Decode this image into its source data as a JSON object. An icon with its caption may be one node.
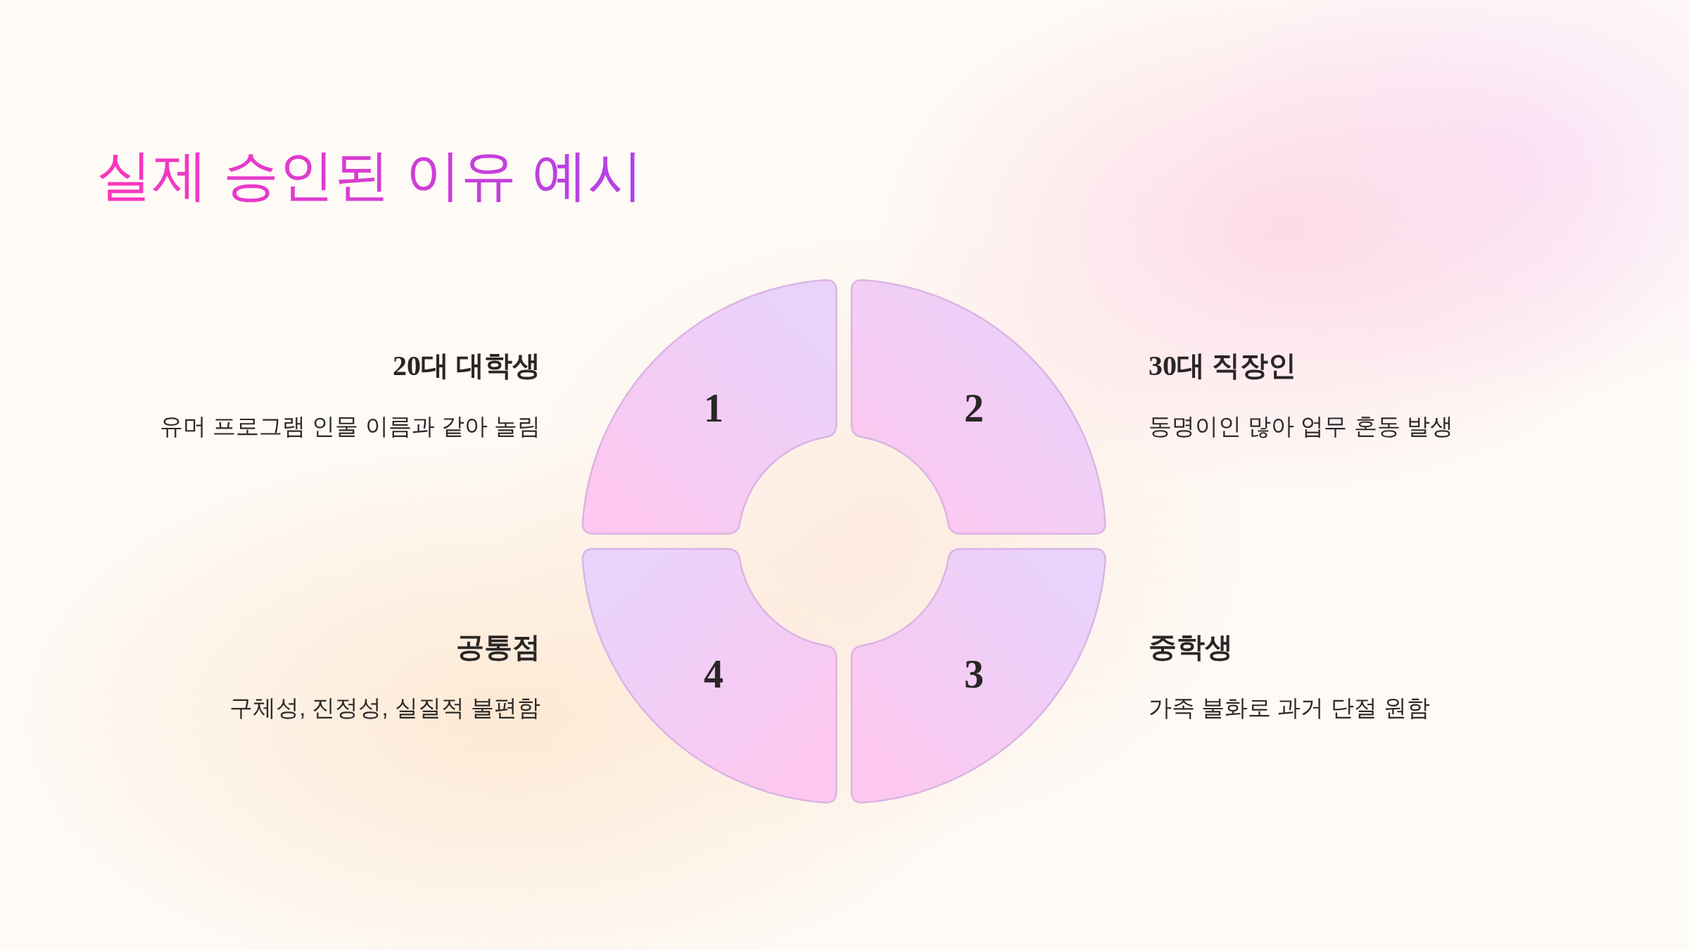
{
  "diagram": {
    "title": "실제 승인된 이유 예시",
    "nodes": [
      {
        "text": [
          "1"
        ],
        "beside": [
          "20대 대학생",
          "유머 프로그램 인물 이름과 같아 놀림"
        ]
      },
      {
        "text": [
          "2"
        ],
        "beside": [
          "30대 직장인",
          "동명이인 많아 업무 혼동 발생"
        ]
      },
      {
        "text": [
          "3"
        ],
        "beside": [
          "중학생",
          "가족 불화로 과거 단절 원함"
        ]
      },
      {
        "text": [
          "4"
        ],
        "beside": [
          "공통점",
          "구체성, 진정성, 실질적 불편함"
        ]
      }
    ]
  }
}
